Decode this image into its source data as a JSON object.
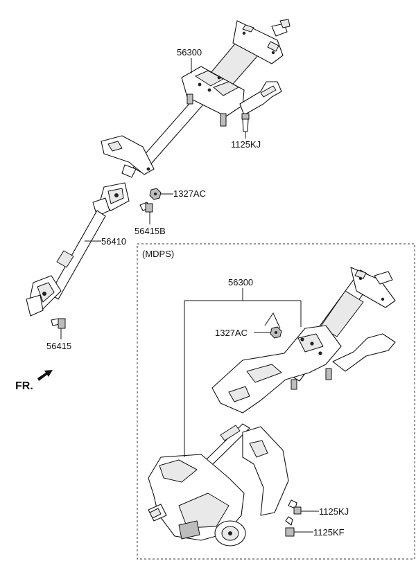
{
  "callouts": {
    "column_top": "56300",
    "bolt_top": "1125KJ",
    "nut_top": "1327AC",
    "bolt_joint": "56415B",
    "shaft": "56410",
    "bolt_bottom": "56415",
    "mdps_column": "56300",
    "mdps_nut": "1327AC",
    "mdps_bolt_kj": "1125KJ",
    "mdps_bolt_kf": "1125KF"
  },
  "mdps_box": {
    "label": "(MDPS)"
  },
  "direction": {
    "label": "FR."
  }
}
